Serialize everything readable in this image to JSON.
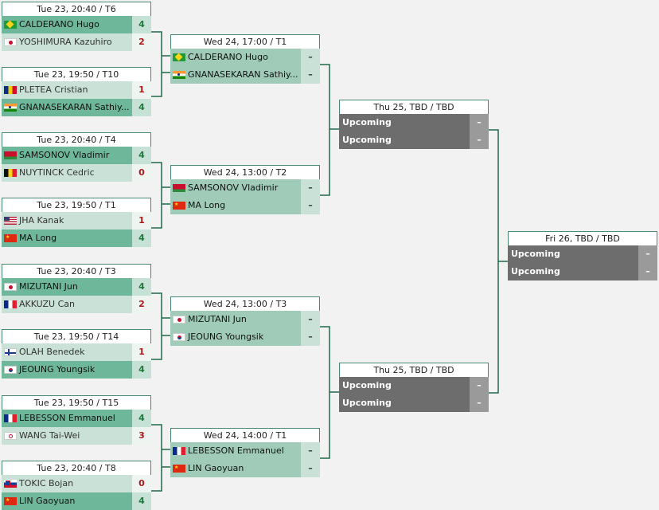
{
  "rounds": {
    "r1": [
      {
        "header": "Tue 23, 20:40 / T6",
        "p1": {
          "name": "CALDERANO Hugo",
          "score": "4"
        },
        "p2": {
          "name": "YOSHIMURA Kazuhiro",
          "score": "2"
        }
      },
      {
        "header": "Tue 23, 19:50 / T10",
        "p1": {
          "name": "PLETEA Cristian",
          "score": "1"
        },
        "p2": {
          "name": "GNANASEKARAN Sathiy...",
          "score": "4"
        }
      },
      {
        "header": "Tue 23, 20:40 / T4",
        "p1": {
          "name": "SAMSONOV Vladimir",
          "score": "4"
        },
        "p2": {
          "name": "NUYTINCK Cedric",
          "score": "0"
        }
      },
      {
        "header": "Tue 23, 19:50 / T1",
        "p1": {
          "name": "JHA Kanak",
          "score": "1"
        },
        "p2": {
          "name": "MA Long",
          "score": "4"
        }
      },
      {
        "header": "Tue 23, 20:40 / T3",
        "p1": {
          "name": "MIZUTANI Jun",
          "score": "4"
        },
        "p2": {
          "name": "AKKUZU Can",
          "score": "2"
        }
      },
      {
        "header": "Tue 23, 19:50 / T14",
        "p1": {
          "name": "OLAH Benedek",
          "score": "1"
        },
        "p2": {
          "name": "JEOUNG Youngsik",
          "score": "4"
        }
      },
      {
        "header": "Tue 23, 19:50 / T15",
        "p1": {
          "name": "LEBESSON Emmanuel",
          "score": "4"
        },
        "p2": {
          "name": "WANG Tai-Wei",
          "score": "3"
        }
      },
      {
        "header": "Tue 23, 20:40 / T8",
        "p1": {
          "name": "TOKIC Bojan",
          "score": "0"
        },
        "p2": {
          "name": "LIN Gaoyuan",
          "score": "4"
        }
      }
    ],
    "r2": [
      {
        "header": "Wed 24, 17:00 / T1",
        "p1": {
          "name": "CALDERANO Hugo",
          "score": "–"
        },
        "p2": {
          "name": "GNANASEKARAN Sathiy...",
          "score": "–"
        }
      },
      {
        "header": "Wed 24, 13:00 / T2",
        "p1": {
          "name": "SAMSONOV Vladimir",
          "score": "–"
        },
        "p2": {
          "name": "MA Long",
          "score": "–"
        }
      },
      {
        "header": "Wed 24, 13:00 / T3",
        "p1": {
          "name": "MIZUTANI Jun",
          "score": "–"
        },
        "p2": {
          "name": "JEOUNG Youngsik",
          "score": "–"
        }
      },
      {
        "header": "Wed 24, 14:00 / T1",
        "p1": {
          "name": "LEBESSON Emmanuel",
          "score": "–"
        },
        "p2": {
          "name": "LIN Gaoyuan",
          "score": "–"
        }
      }
    ],
    "r3": [
      {
        "header": "Thu 25, TBD / TBD",
        "p1": {
          "name": "Upcoming",
          "score": "–"
        },
        "p2": {
          "name": "Upcoming",
          "score": "–"
        }
      },
      {
        "header": "Thu 25, TBD / TBD",
        "p1": {
          "name": "Upcoming",
          "score": "–"
        },
        "p2": {
          "name": "Upcoming",
          "score": "–"
        }
      }
    ],
    "r4": [
      {
        "header": "Fri 26, TBD / TBD",
        "p1": {
          "name": "Upcoming",
          "score": "–"
        },
        "p2": {
          "name": "Upcoming",
          "score": "–"
        }
      }
    ]
  },
  "colors": {
    "winner_row": "#6fb79a",
    "loser_row": "#c9e1d6",
    "upcoming_row": "#6d6d6d",
    "connector": "#1e6b48",
    "header_border": "#4a8a6e"
  }
}
